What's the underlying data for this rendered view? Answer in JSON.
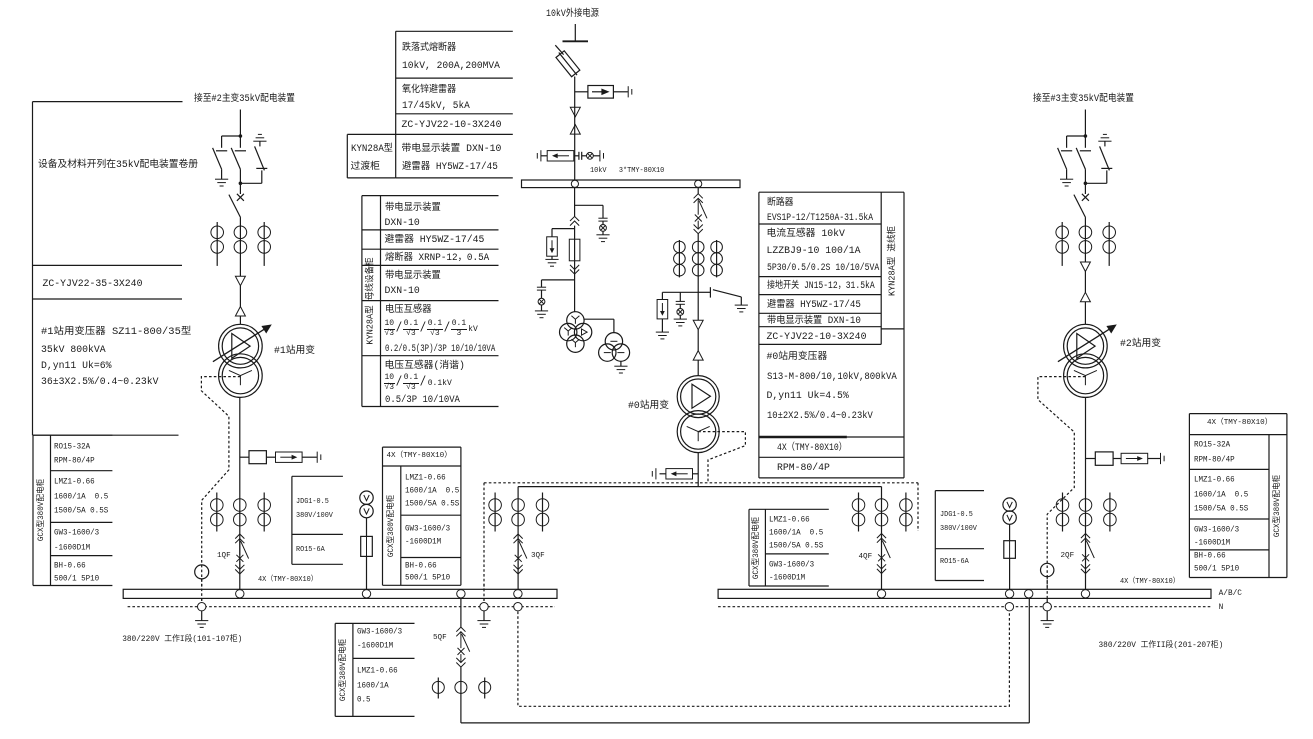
{
  "colors": {
    "ink": "#1a1a1a",
    "background": "#ffffff"
  },
  "incoming": {
    "source_label": "10kV外接电源",
    "bus_label": "10kV   3*TMY-80X10"
  },
  "hv_links": {
    "to_main2": "接至#2主变35kV配电装置",
    "to_main3": "接至#3主变35kV配电装置"
  },
  "notes_35kv": {
    "note": "设备及材料开列在35kV配电装置卷册",
    "cable": "ZC-YJV22-35-3X240",
    "transformer1_specs": [
      "#1站用变压器 SZ11-800/35型",
      "35kV 800kVA",
      "D,yn11 Uk=6%",
      "36±3X2.5%/0.4~0.23kV"
    ]
  },
  "transformers": {
    "t1": "#1站用变",
    "t2": "#2站用变",
    "t0": "#0站用变"
  },
  "breakers": {
    "qf1": "1QF",
    "qf2": "2QF",
    "qf3": "3QF",
    "qf4": "4QF",
    "qf5": "5QF"
  },
  "lv": {
    "bus1_label": "4X（TMY-80X10）",
    "bus2_label": "4X（TMY-80X10）",
    "section1": "380/220V 工作I段(101-107柜)",
    "section2": "380/220V 工作II段(201-207柜)",
    "phases": "A/B/C",
    "neutral": "N",
    "pt_winding_letter": "V"
  },
  "tables": {
    "transition": {
      "label_lines": [
        "KYN28A型",
        "过渡柜"
      ],
      "rows": [
        [
          "跌落式熔断器",
          "10kV, 200A,200MVA"
        ],
        [
          "氧化锌避雷器",
          "17/45kV, 5kA"
        ],
        [
          "ZC-YJV22-10-3X240"
        ],
        [
          "带电显示装置 DXN-10",
          "避雷器 HY5WZ-17/45"
        ]
      ]
    },
    "busbar_equipment": {
      "label": "KYN28A型 母线设备柜",
      "rows": [
        [
          "带电显示装置",
          "DXN-10"
        ],
        [
          "避雷器 HY5WZ-17/45"
        ],
        [
          "熔断器 XRNP-12，0.5A"
        ],
        [
          "带电显示装置",
          "DXN-10"
        ],
        [
          "电压互感器"
        ],
        [
          "电压互感器(消谐)"
        ]
      ],
      "pt_ratio_frac": [
        {
          "num": "10",
          "den": "√3"
        },
        "/",
        {
          "num": "0.1",
          "den": "√3"
        },
        "/",
        {
          "num": "0.1",
          "den": "√3"
        },
        "/",
        {
          "num": "0.1",
          "den": "3"
        },
        "kV"
      ],
      "pt_class": "0.2/0.5(3P)/3P 10/10/10VA",
      "pt2_ratio_frac": [
        {
          "num": "10",
          "den": "√3"
        },
        "/",
        {
          "num": "0.1",
          "den": "√3"
        },
        "/",
        "0.1kV"
      ],
      "pt2_class": "0.5/3P 10/10VA"
    },
    "incoming_cabinet": {
      "label": "KYN28A型 进线柜",
      "rows": [
        [
          "断路器",
          "EVS1P-12/T1250A-31.5kA"
        ],
        [
          "电流互感器 10kV",
          "LZZBJ9-10 100/1A",
          "5P30/0.5/0.2S 10/10/5VA"
        ],
        [
          "接地开关 JN15-12，31.5kA"
        ],
        [
          "避雷器 HY5WZ-17/45"
        ],
        [
          "带电显示装置 DXN-10"
        ],
        [
          "ZC-YJV22-10-3X240"
        ],
        [
          "#0站用变压器",
          "S13-M-800/10,10kV,800kVA",
          "D,yn11 Uk=4.5%",
          "10±2X2.5%/0.4~0.23kV"
        ],
        [
          "4X（TMY-80X10）"
        ],
        [
          "RPM-80/4P"
        ]
      ]
    },
    "gcx_left": {
      "label": "GCX型380V配电柜",
      "rows": [
        [
          "RO15-32A",
          "RPM-80/4P"
        ],
        [
          "LMZ1-0.66",
          "1600/1A  0.5",
          "1500/5A 0.5S"
        ],
        [
          "GW3-1600/3",
          "-1600D1M"
        ],
        [
          "BH-0.66",
          "500/1 5P10"
        ]
      ]
    },
    "gcx_mid_left": {
      "header": "4X（TMY-80X10）",
      "label": "GCX型380V配电柜",
      "rows": [
        [
          "LMZ1-0.66",
          "1600/1A  0.5",
          "1500/5A 0.5S"
        ],
        [
          "GW3-1600/3",
          "-1600D1M"
        ],
        [
          "BH-0.66",
          "500/1 5P10"
        ]
      ]
    },
    "gcx_tie": {
      "label": "GCX型380V配电柜",
      "rows": [
        [
          "GW3-1600/3",
          "-1600D1M"
        ],
        [
          "LMZ1-0.66",
          "1600/1A",
          "0.5"
        ]
      ]
    },
    "gcx_mid_right": {
      "label": "GCX型380V配电柜",
      "rows": [
        [
          "LMZ1-0.66",
          "1600/1A  0.5",
          "1500/5A 0.5S"
        ],
        [
          "GW3-1600/3",
          "-1600D1M"
        ]
      ]
    },
    "gcx_right": {
      "header": "4X（TMY-80X10）",
      "label": "GCX型380V配电柜",
      "rows": [
        [
          "RO15-32A",
          "RPM-80/4P"
        ],
        [
          "LMZ1-0.66",
          "1600/1A  0.5",
          "1500/5A 0.5S"
        ],
        [
          "GW3-1600/3",
          "-1600D1M"
        ],
        [
          "BH-0.66",
          "500/1 5P10"
        ]
      ]
    },
    "pt_left": {
      "rows": [
        [
          "JDG1-0.5",
          "380V/100V"
        ],
        [
          "RO15-6A"
        ]
      ]
    },
    "pt_right": {
      "rows": [
        [
          "JDG1-0.5",
          "380V/100V"
        ],
        [
          "RO15-6A"
        ]
      ]
    }
  },
  "icons": {
    "ground-icon": "earth bars",
    "lamp-icon": "circle with cross (voltage indicator)",
    "arrester-icon": "box with down arrow",
    "fuse-icon": "rectangle on line",
    "drawout-contact-icon": "double chevron",
    "breaker-icon": "x with blade",
    "ct-icon": "circle pair on line",
    "pt-winding-icon": "Y / open-delta circles",
    "cable-termination-icon": "hollow triangle"
  }
}
